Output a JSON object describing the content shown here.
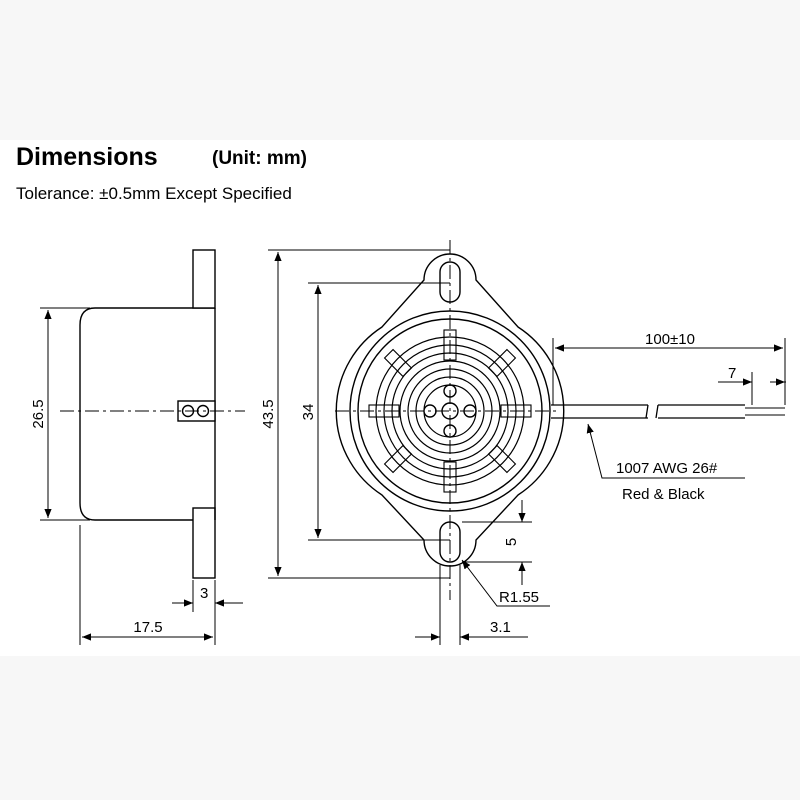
{
  "header": {
    "title": "Dimensions",
    "unit": "(Unit: mm)",
    "tolerance": "Tolerance: ±0.5mm Except Specified"
  },
  "dimensions": {
    "height_side": "26.5",
    "width_side": "17.5",
    "flange_thickness": "3",
    "overall_height": "43.5",
    "body_diameter": "34",
    "wire_length": "100±10",
    "wire_strip": "7",
    "slot_length": "5",
    "slot_width": "3.1",
    "slot_radius": "R1.55"
  },
  "wire": {
    "spec": "1007 AWG 26#",
    "colors": "Red & Black"
  },
  "style": {
    "line_color": "#000000",
    "sheet_color": "#ffffff",
    "background_color": "#f7f7f7"
  }
}
